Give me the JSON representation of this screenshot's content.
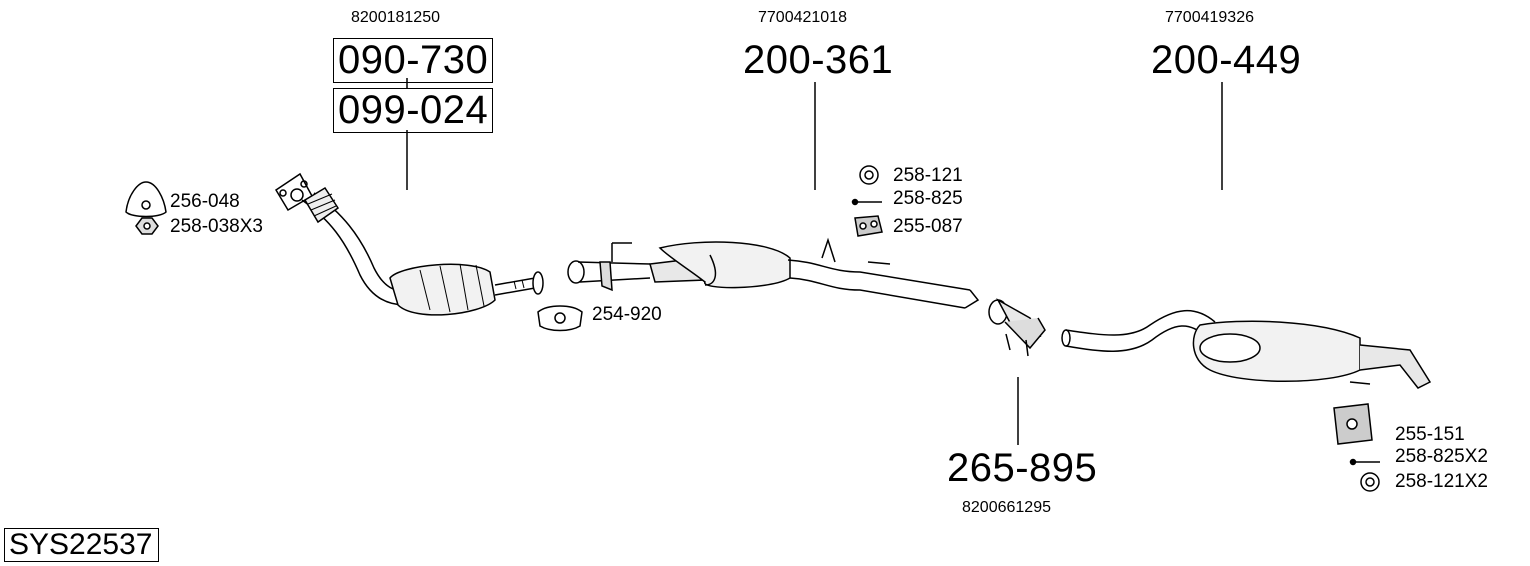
{
  "diagram": {
    "system_code": "SYS22537",
    "oem": {
      "front": "8200181250",
      "middle": "7700421018",
      "rear": "7700419326",
      "connector": "8200661295"
    },
    "main_parts": {
      "front_pipe": "090-730",
      "catalyst": "099-024",
      "middle_silencer": "200-361",
      "rear_silencer": "200-449",
      "connector_pipe": "265-895"
    },
    "fittings": {
      "gasket_front": "256-048",
      "nut_front": "258-038X3",
      "clamp": "254-920",
      "ring_mid": "258-121",
      "bolt_mid": "258-825",
      "hanger_mid": "255-087",
      "hanger_rear": "255-151",
      "bolt_rear": "258-825X2",
      "ring_rear": "258-121X2"
    }
  }
}
